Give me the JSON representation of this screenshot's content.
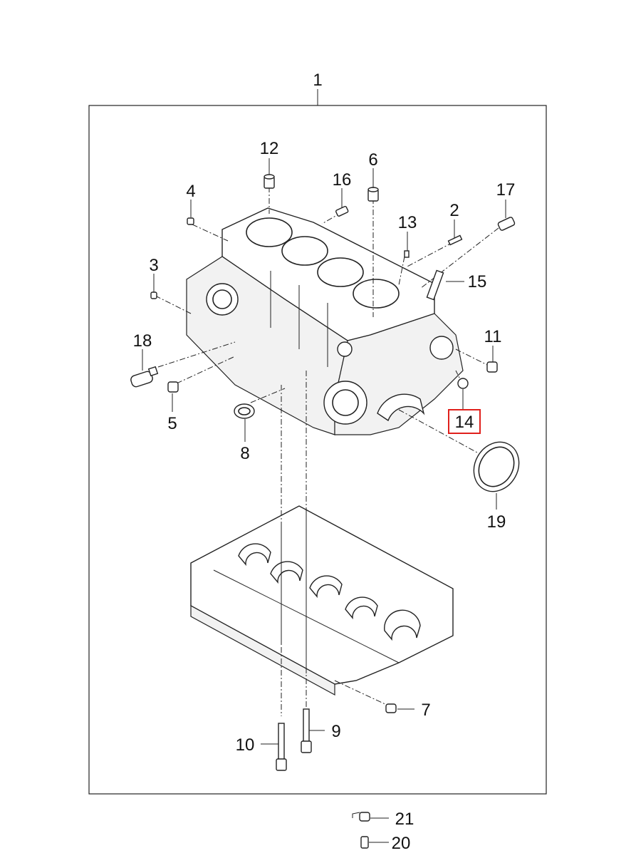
{
  "diagram": {
    "assembly_label": "1",
    "highlight_color": "#e0201c",
    "callouts": [
      {
        "id": "c2",
        "label": "2"
      },
      {
        "id": "c3",
        "label": "3"
      },
      {
        "id": "c4",
        "label": "4"
      },
      {
        "id": "c5",
        "label": "5"
      },
      {
        "id": "c6",
        "label": "6"
      },
      {
        "id": "c7",
        "label": "7"
      },
      {
        "id": "c8",
        "label": "8"
      },
      {
        "id": "c9",
        "label": "9"
      },
      {
        "id": "c10",
        "label": "10"
      },
      {
        "id": "c11",
        "label": "11"
      },
      {
        "id": "c12",
        "label": "12"
      },
      {
        "id": "c13",
        "label": "13"
      },
      {
        "id": "c14",
        "label": "14",
        "highlighted": true
      },
      {
        "id": "c15",
        "label": "15"
      },
      {
        "id": "c16",
        "label": "16"
      },
      {
        "id": "c17",
        "label": "17"
      },
      {
        "id": "c18",
        "label": "18"
      },
      {
        "id": "c19",
        "label": "19"
      },
      {
        "id": "c20",
        "label": "20"
      },
      {
        "id": "c21",
        "label": "21"
      }
    ]
  }
}
